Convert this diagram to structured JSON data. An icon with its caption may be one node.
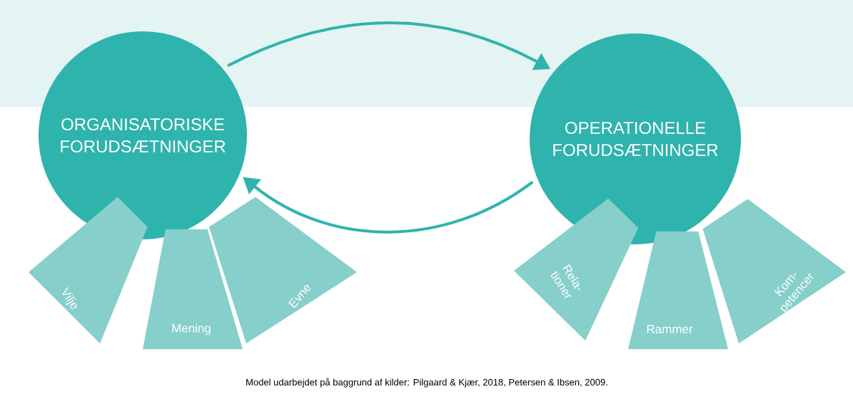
{
  "diagram": {
    "caption": "Model udarbejdet på baggrund af kilder: Pilgaard & Kjær, 2018, Petersen & Ibsen, 2009.",
    "nodes": [
      {
        "text": [
          "ORGANISATORISKE FORUDSÆTNINGER"
        ]
      },
      {
        "text": [
          "Vilje"
        ]
      },
      {
        "text": [
          "Mening"
        ]
      },
      {
        "text": [
          "Evne"
        ]
      },
      {
        "text": [
          "OPERATIONELLE FORUDSÆTNINGER"
        ]
      },
      {
        "text": [
          "Rela- tioner"
        ]
      },
      {
        "text": [
          "Rammer"
        ]
      },
      {
        "text": [
          "Kom- petencer"
        ]
      }
    ],
    "edges": [
      {
        "from": 0,
        "to": 4,
        "arrow": "to"
      },
      {
        "from": 4,
        "to": 0,
        "arrow": "to"
      }
    ]
  }
}
